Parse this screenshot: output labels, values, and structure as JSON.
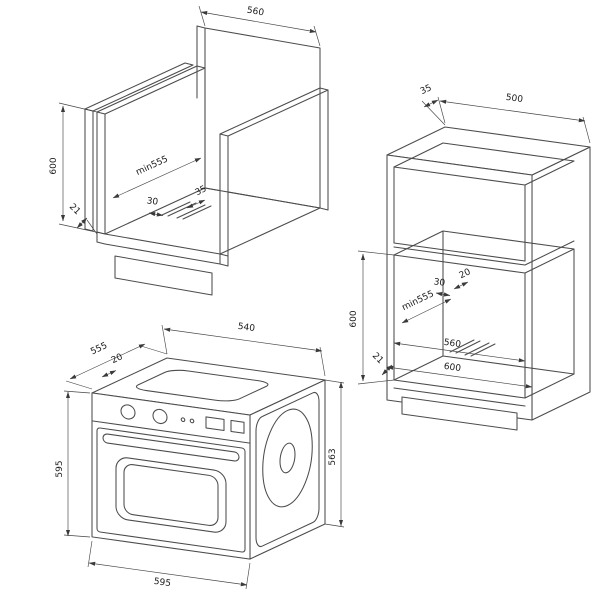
{
  "page": {
    "background": "#ffffff",
    "line_color": "#4c4c4c",
    "dim_color": "#454545"
  },
  "drawings": {
    "base_cabinet": {
      "name": "built-under base cabinet niche",
      "dims": {
        "niche_width": "560",
        "niche_height": "600",
        "niche_depth": "min555",
        "rail_inset": "30",
        "rail_width": "35",
        "bottom_gap": "21"
      }
    },
    "tall_cabinet": {
      "name": "tall housing cabinet niche",
      "dims": {
        "top_lip": "35",
        "top_depth": "500",
        "niche_height": "600",
        "niche_depth": "min555",
        "rail_inset": "30",
        "rail_width": "20",
        "inner_width": "560",
        "outer_width": "600",
        "bottom_gap": "21"
      }
    },
    "oven": {
      "name": "oven overall dimensions",
      "dims": {
        "body_width": "540",
        "body_depth": "555",
        "front_lip": "20",
        "front_height": "595",
        "body_height": "563",
        "front_width": "595"
      }
    }
  }
}
